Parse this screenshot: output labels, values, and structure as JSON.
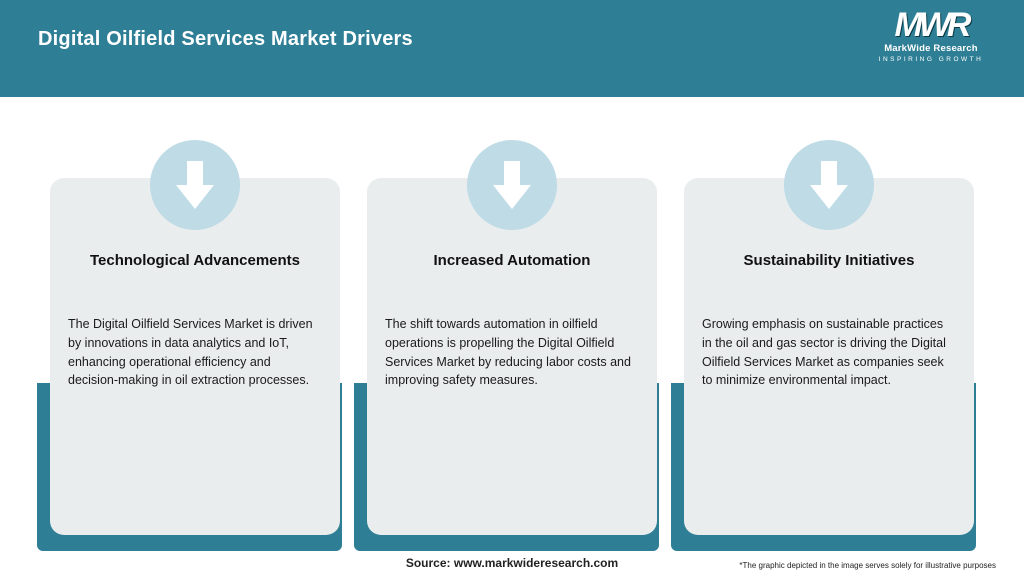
{
  "header": {
    "title": "Digital Oilfield Services Market Drivers",
    "logo": {
      "acronym": "MWR",
      "name": "MarkWide Research",
      "tagline": "Inspiring Growth"
    }
  },
  "chart_data": {
    "type": "table",
    "title": "Digital Oilfield Services Market Drivers",
    "categories": [
      "Technological Advancements",
      "Increased Automation",
      "Sustainability Initiatives"
    ],
    "values": [
      "The Digital Oilfield Services Market is driven by innovations in data analytics and IoT, enhancing operational efficiency and decision-making in oil extraction processes.",
      "The shift towards automation in oilfield operations is propelling the Digital Oilfield Services Market by reducing labor costs and improving safety measures.",
      "Growing emphasis on sustainable practices in the oil and gas sector is driving the Digital Oilfield Services Market as companies seek to minimize environmental impact."
    ]
  },
  "cards": [
    {
      "title": "Technological Advancements",
      "body": "The Digital Oilfield Services Market is driven by innovations in data analytics and IoT, enhancing operational efficiency and decision-making in oil extraction processes."
    },
    {
      "title": "Increased Automation",
      "body": "The shift towards automation in oilfield operations is propelling the Digital Oilfield Services Market by reducing labor costs and improving safety measures."
    },
    {
      "title": "Sustainability Initiatives",
      "body": "Growing emphasis on sustainable practices in the oil and gas sector is driving the Digital Oilfield Services Market as companies seek to minimize environmental impact."
    }
  ],
  "footer": {
    "source": "Source: www.markwideresearch.com",
    "disclaimer": "*The graphic depicted in the image serves solely for illustrative purposes"
  },
  "colors": {
    "teal": "#2e7f96",
    "card_gray": "#e9edee",
    "circle_blue": "#bedbe6",
    "white": "#ffffff"
  }
}
